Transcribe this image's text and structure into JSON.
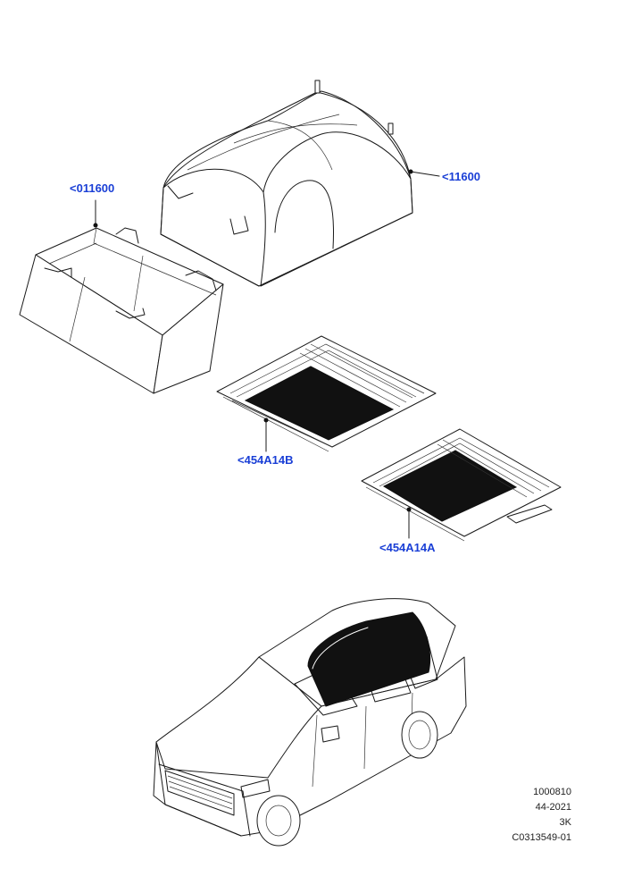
{
  "callouts": {
    "cover_front": "<011600",
    "cover_rear": "<11600",
    "mat_upper": "<454A14B",
    "mat_lower": "<454A14A"
  },
  "meta": {
    "line1": "1000810",
    "line2": "44-2021",
    "line3": "3K",
    "line4": "C0313549-01"
  },
  "colors": {
    "callout": "#1a3fd6",
    "lines": "#1a1a1a",
    "fill_dark": "#111111"
  }
}
